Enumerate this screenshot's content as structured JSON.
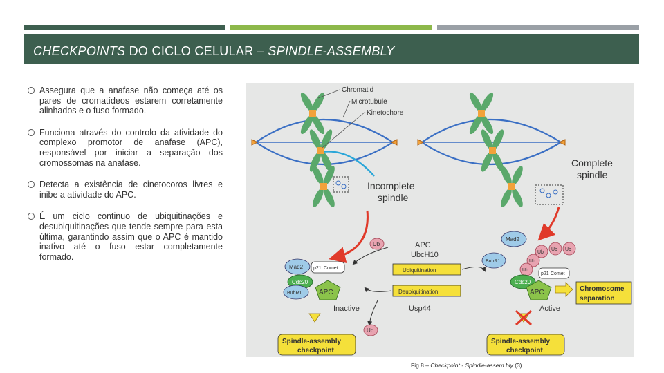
{
  "header": {
    "title_italic_1": "CHECKPOINTS",
    "title_plain": " DO CICLO CELULAR – ",
    "title_italic_2": "SPINDLE-ASSEMBLY"
  },
  "bullets": [
    "Assegura que a anafase não começa até os pares de cromatídeos estarem corretamente alinhados e o fuso formado.",
    "Funciona através do controlo da atividade do complexo promotor de anafase (APC), responsável por iniciar a separação dos cromossomas na anafase.",
    "Detecta a existência de cinetocoros livres e inibe a atividade do APC.",
    "É um ciclo continuo de ubiquitinações e desubiquitinações que tende sempre para esta última, garantindo assim que o APC é mantido inativo até o fuso estar completamente formado."
  ],
  "figure": {
    "labels": {
      "chromatid": "Chromatid",
      "microtubule": "Microtubule",
      "kinetochore": "Kinetochore",
      "incomplete_line1": "Incomplete",
      "incomplete_line2": "spindle",
      "complete_line1": "Complete",
      "complete_line2": "spindle",
      "apc_line1": "APC",
      "apc_line2": "UbcH10",
      "ubiquitination": "Ubiquitination",
      "deubiquitination": "Deubiquitination",
      "usp44": "Usp44",
      "inactive": "Inactive",
      "active": "Active",
      "ub": "Ub",
      "mad2": "Mad2",
      "p21": "p21",
      "comet": "Comet",
      "cdc20": "Cdc20",
      "bubr1": "BubR1",
      "apc": "APC",
      "chromosome_sep_line1": "Chromosome",
      "chromosome_sep_line2": "separation",
      "checkpoint_line1": "Spindle-assembly",
      "checkpoint_line2": "checkpoint"
    },
    "colors": {
      "chromatid": "#5aa86b",
      "spindle": "#3a6fc4",
      "kinetochore": "#f2a23a",
      "red_arrow": "#e03a2a",
      "apc_green": "#8bc34a",
      "cdc20_green": "#4caf50",
      "ub_pink": "#e8a3b0",
      "mad2_blue": "#9fcbe8",
      "yellow": "#f5e03a"
    }
  },
  "caption": {
    "prefix": "Fig.8 – ",
    "italic": "Checkpoint - Spindle-assem bly",
    "suffix": " (3)"
  }
}
